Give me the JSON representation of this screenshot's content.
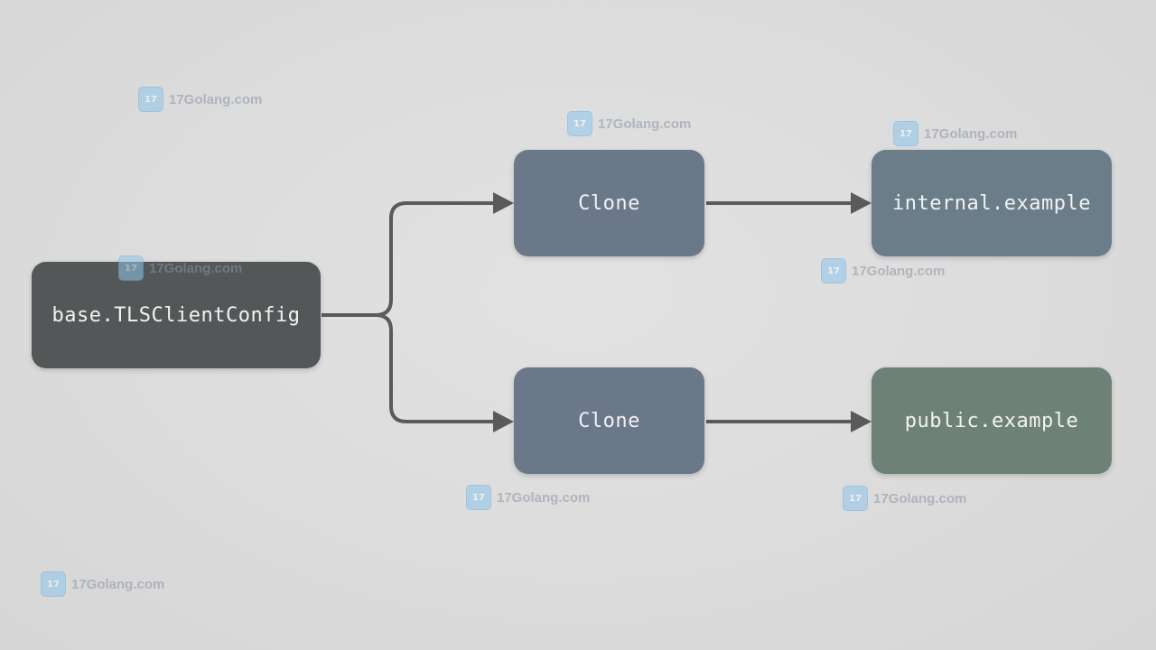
{
  "diagram": {
    "nodes": {
      "base": {
        "label": "base.TLSClientConfig",
        "color": "#535758"
      },
      "clone_top": {
        "label": "Clone",
        "color": "#6b7889"
      },
      "clone_bottom": {
        "label": "Clone",
        "color": "#6b7889"
      },
      "internal": {
        "label": "internal.example",
        "color": "#6b7d88"
      },
      "public": {
        "label": "public.example",
        "color": "#6e8177"
      }
    },
    "edges": [
      {
        "from": "base",
        "to": "clone_top"
      },
      {
        "from": "base",
        "to": "clone_bottom"
      },
      {
        "from": "clone_top",
        "to": "internal"
      },
      {
        "from": "clone_bottom",
        "to": "public"
      }
    ],
    "edge_color": "#5a5a5a"
  },
  "watermark": {
    "text": "17Golang.com",
    "icon": "17golang-logo-icon",
    "color": "#8fc6ec"
  }
}
